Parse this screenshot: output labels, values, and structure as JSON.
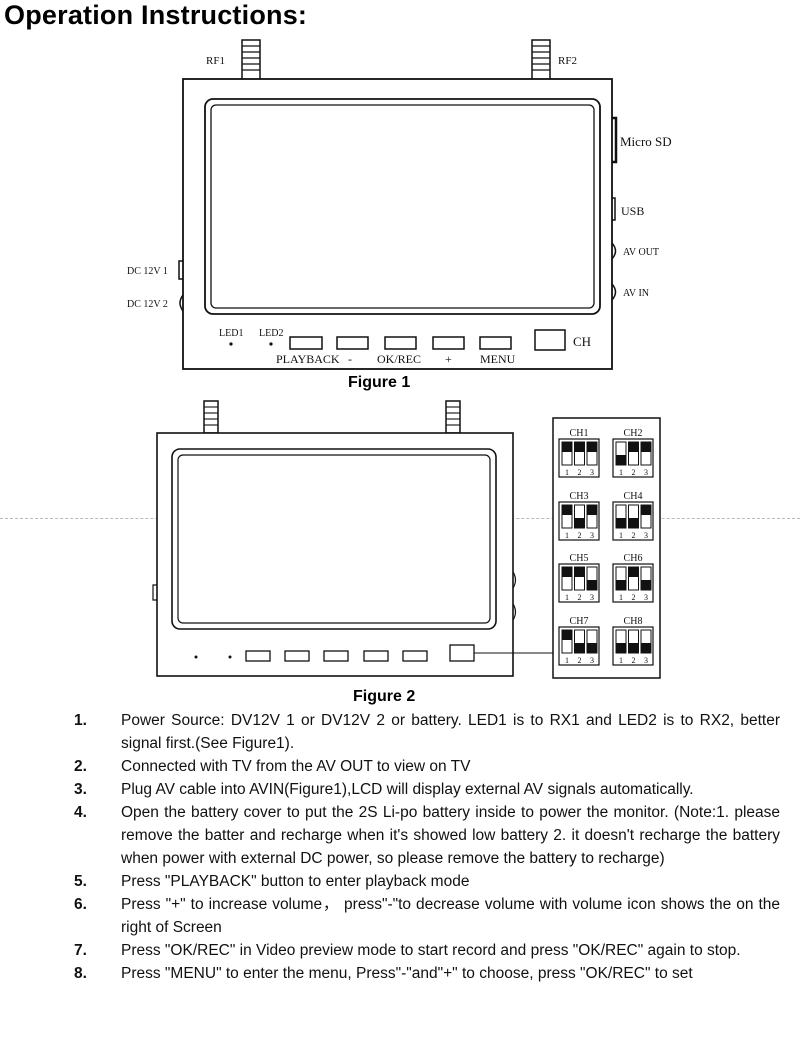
{
  "title": "Operation Instructions:",
  "figure1": {
    "caption": "Figure 1",
    "antenna_left": "RF1",
    "antenna_right": "RF2",
    "right_ports": [
      "Micro SD",
      "USB",
      "AV OUT",
      "AV IN"
    ],
    "left_ports": [
      "DC 12V 1",
      "DC 12V 2"
    ],
    "leds": [
      "LED1",
      "LED2"
    ],
    "buttons": [
      "PLAYBACK",
      "-",
      "OK/REC",
      "+",
      "MENU"
    ],
    "ch_button": "CH"
  },
  "figure2": {
    "caption": "Figure 2",
    "channels": [
      {
        "label": "CH1",
        "digits": [
          "1",
          "2",
          "3"
        ],
        "switches": [
          "up",
          "up",
          "up"
        ]
      },
      {
        "label": "CH2",
        "digits": [
          "1",
          "2",
          "3"
        ],
        "switches": [
          "down",
          "up",
          "up"
        ]
      },
      {
        "label": "CH3",
        "digits": [
          "1",
          "2",
          "3"
        ],
        "switches": [
          "up",
          "down",
          "up"
        ]
      },
      {
        "label": "CH4",
        "digits": [
          "1",
          "2",
          "3"
        ],
        "switches": [
          "down",
          "down",
          "up"
        ]
      },
      {
        "label": "CH5",
        "digits": [
          "1",
          "2",
          "3"
        ],
        "switches": [
          "up",
          "up",
          "down"
        ]
      },
      {
        "label": "CH6",
        "digits": [
          "1",
          "2",
          "3"
        ],
        "switches": [
          "down",
          "up",
          "down"
        ]
      },
      {
        "label": "CH7",
        "digits": [
          "1",
          "2",
          "3"
        ],
        "switches": [
          "up",
          "down",
          "down"
        ]
      },
      {
        "label": "CH8",
        "digits": [
          "1",
          "2",
          "3"
        ],
        "switches": [
          "down",
          "down",
          "down"
        ]
      }
    ]
  },
  "instructions": [
    {
      "num": "1.",
      "text": "Power Source: DV12V 1 or DV12V 2 or battery. LED1 is to RX1 and LED2 is to RX2, better signal first.(See Figure1)."
    },
    {
      "num": "2.",
      "text": "Connected with TV from the AV OUT to view on TV"
    },
    {
      "num": "3.",
      "text": "Plug AV cable into AVIN(Figure1),LCD will display external AV signals automatically."
    },
    {
      "num": "4.",
      "text": "Open the battery cover to put the 2S Li-po battery inside to power the monitor. (Note:1. please remove the batter and recharge when it's showed low battery 2. it doesn't recharge the battery when power with external DC power, so please remove the battery to recharge)"
    },
    {
      "num": "5.",
      "text": "Press \"PLAYBACK\" button to enter playback mode"
    },
    {
      "num": "6.",
      "text": "Press \"+\" to increase volume， press\"-\"to decrease volume with volume icon shows the on the right of Screen"
    },
    {
      "num": "7.",
      "text": "Press \"OK/REC\" in Video preview mode to start record and press \"OK/REC\" again to stop."
    },
    {
      "num": "8.",
      "text": "Press \"MENU\" to enter the menu, Press\"-\"and\"+\" to choose, press \"OK/REC\" to set"
    }
  ]
}
